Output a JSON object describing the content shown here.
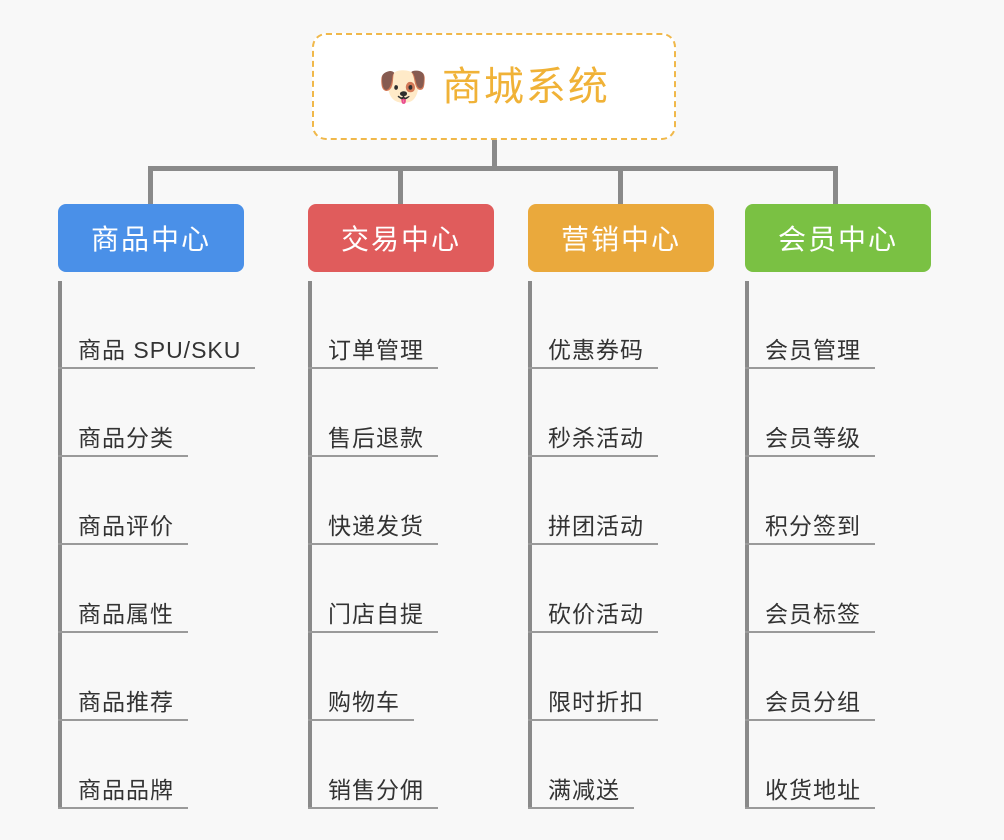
{
  "background_color": "#f8f8f8",
  "root": {
    "icon": "dog-face-emoji",
    "emoji": "🐶",
    "title": "商城系统",
    "title_color": "#f0b237",
    "border_color": "#f0b84a"
  },
  "connector_color": "#8a8a8a",
  "columns": [
    {
      "id": "product-center",
      "label": "商品中心",
      "color": "#4a90e8",
      "items": [
        "商品 SPU/SKU",
        "商品分类",
        "商品评价",
        "商品属性",
        "商品推荐",
        "商品品牌"
      ]
    },
    {
      "id": "trade-center",
      "label": "交易中心",
      "color": "#e05c5c",
      "items": [
        "订单管理",
        "售后退款",
        "快递发货",
        "门店自提",
        "购物车",
        "销售分佣"
      ]
    },
    {
      "id": "marketing-center",
      "label": "营销中心",
      "color": "#eaa93c",
      "items": [
        "优惠券码",
        "秒杀活动",
        "拼团活动",
        "砍价活动",
        "限时折扣",
        "满减送"
      ]
    },
    {
      "id": "member-center",
      "label": "会员中心",
      "color": "#7ac143",
      "items": [
        "会员管理",
        "会员等级",
        "积分签到",
        "会员标签",
        "会员分组",
        "收货地址"
      ]
    }
  ]
}
